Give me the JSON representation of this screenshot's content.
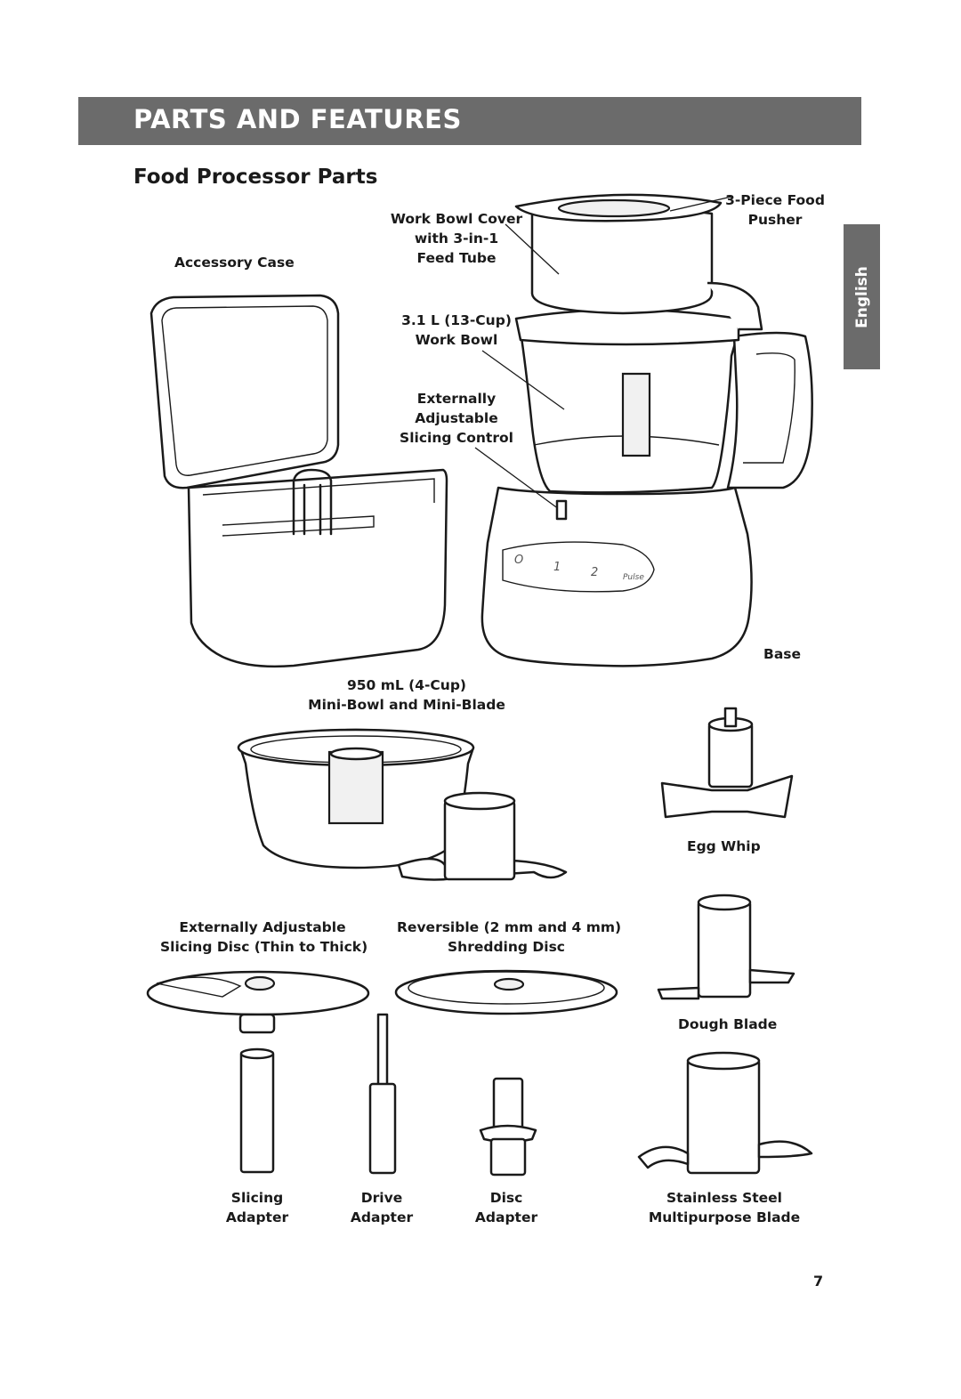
{
  "header": {
    "title": "PARTS AND FEATURES"
  },
  "section": {
    "title": "Food Processor Parts"
  },
  "language_tab": "English",
  "labels": {
    "accessory_case": "Accessory Case",
    "work_bowl_cover": [
      "Work Bowl Cover",
      "with 3-in-1",
      "Feed Tube"
    ],
    "food_pusher": [
      "3-Piece Food",
      "Pusher"
    ],
    "work_bowl": [
      "3.1 L (13-Cup)",
      "Work Bowl"
    ],
    "slicing_control": [
      "Externally",
      "Adjustable",
      "Slicing Control"
    ],
    "base": "Base",
    "mini_bowl": [
      "950 mL (4-Cup)",
      "Mini-Bowl and Mini-Blade"
    ],
    "egg_whip": "Egg Whip",
    "slicing_disc": [
      "Externally Adjustable",
      "Slicing Disc (Thin to Thick)"
    ],
    "shredding_disc": [
      "Reversible (2 mm and 4 mm)",
      "Shredding Disc"
    ],
    "dough_blade": "Dough Blade",
    "slicing_adapter": [
      "Slicing",
      "Adapter"
    ],
    "drive_adapter": [
      "Drive",
      "Adapter"
    ],
    "disc_adapter": [
      "Disc",
      "Adapter"
    ],
    "multipurpose_blade": [
      "Stainless Steel",
      "Multipurpose Blade"
    ]
  },
  "control_panel": {
    "buttons": [
      "O",
      "1",
      "2",
      "Pulse"
    ]
  },
  "page_number": "7",
  "colors": {
    "banner": "#6b6b6b",
    "tab": "#6b6b6b",
    "text": "#1a1a1a"
  }
}
